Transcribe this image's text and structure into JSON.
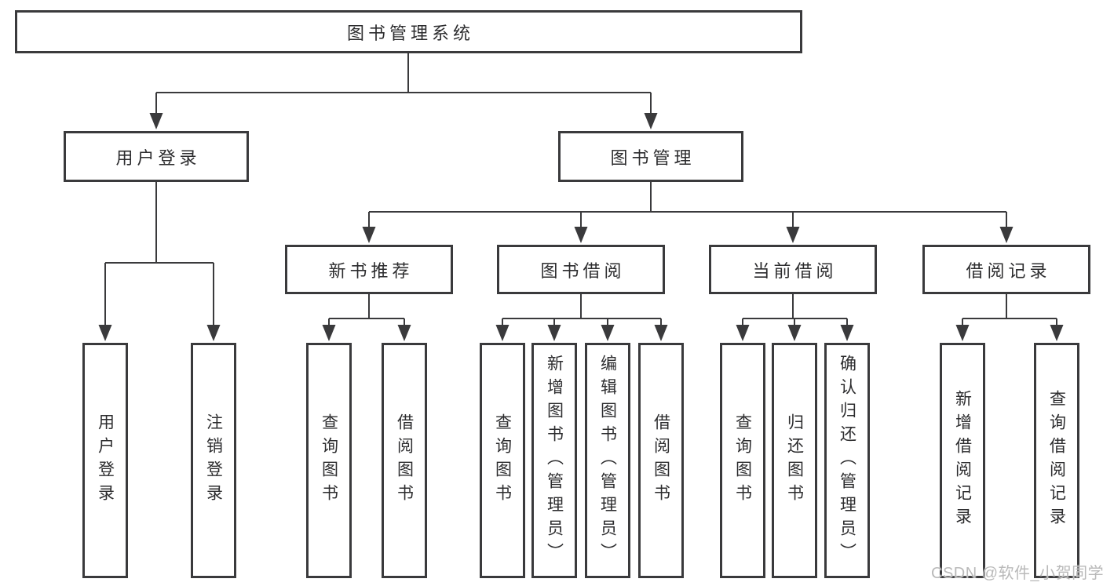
{
  "diagram_title": "图书管理系统",
  "tree": {
    "label": "图书管理系统",
    "children": [
      {
        "label": "用户登录",
        "children": [
          {
            "label": "用户登录"
          },
          {
            "label": "注销登录"
          }
        ]
      },
      {
        "label": "图书管理",
        "children": [
          {
            "label": "新书推荐",
            "children": [
              {
                "label": "查询图书"
              },
              {
                "label": "借阅图书"
              }
            ]
          },
          {
            "label": "图书借阅",
            "children": [
              {
                "label": "查询图书"
              },
              {
                "label": "新增图书（管理员）"
              },
              {
                "label": "编辑图书（管理员）"
              },
              {
                "label": "借阅图书"
              }
            ]
          },
          {
            "label": "当前借阅",
            "children": [
              {
                "label": "查询图书"
              },
              {
                "label": "归还图书"
              },
              {
                "label": "确认归还（管理员）"
              }
            ]
          },
          {
            "label": "借阅记录",
            "children": [
              {
                "label": "新增借阅记录"
              },
              {
                "label": "查询借阅记录"
              }
            ]
          }
        ]
      }
    ]
  },
  "watermark": {
    "text": "CSDN @软件_小贺同学"
  },
  "colors": {
    "line": "#3a3a3c",
    "text": "#2c2c2e",
    "watermark": "#b9b9b9",
    "background": "#ffffff"
  }
}
